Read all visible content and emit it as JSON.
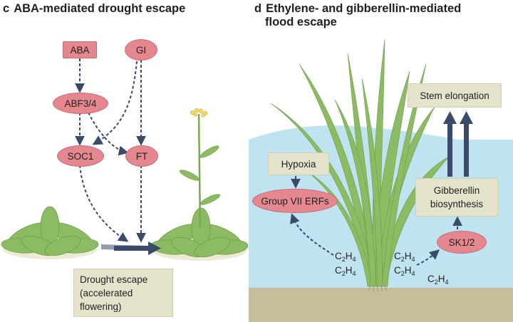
{
  "panel_c": {
    "letter": "c",
    "title": "ABA-mediated drought escape",
    "nodes": {
      "aba": "ABA",
      "gi": "GI",
      "abf": "ABF3/4",
      "soc1": "SOC1",
      "ft": "FT"
    },
    "outcome": [
      "Drought escape",
      "(accelerated",
      "flowering)"
    ]
  },
  "panel_d": {
    "letter": "d",
    "title_lines": [
      "Ethylene- and gibberellin-mediated",
      "flood escape"
    ],
    "hypoxia": "Hypoxia",
    "group_vii": "Group VII ERFs",
    "stem_elongation": "Stem elongation",
    "gibberellin": [
      "Gibberellin",
      "biosynthesis"
    ],
    "sk": "SK1/2",
    "ethylene_base": "C",
    "ethylene_h": "H",
    "sub_c": "2",
    "sub_h": "4"
  },
  "colors": {
    "node_fill": "#e5878f",
    "label_box": "#e6e3cc",
    "water": "#bfe3f1",
    "soil": "#c7bd98",
    "plant_green": "#8cbb63",
    "arrow": "#3a4a6b"
  }
}
